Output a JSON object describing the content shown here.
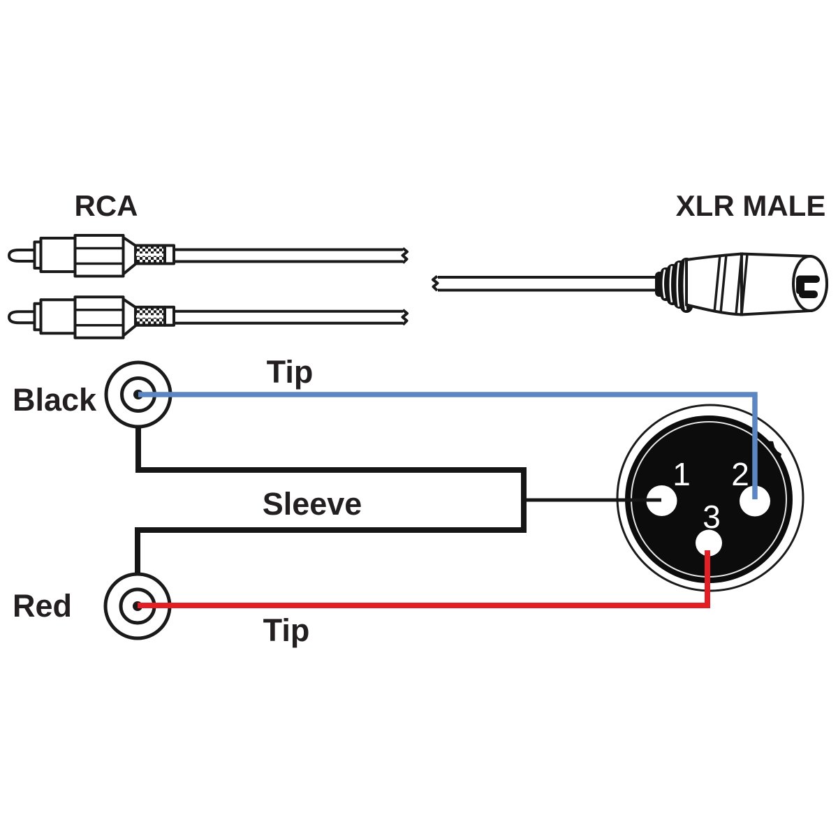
{
  "diagram": {
    "type": "wiring-diagram",
    "subject": "RCA to XLR male cable wiring",
    "left_connector_title": "RCA",
    "right_connector_title": "XLR MALE",
    "wire_labels": {
      "black_jack": "Black",
      "red_jack": "Red",
      "tip_top": "Tip",
      "tip_bottom": "Tip",
      "sleeve": "Sleeve"
    },
    "xlr_pins": [
      {
        "number": "1"
      },
      {
        "number": "2"
      },
      {
        "number": "3"
      }
    ],
    "colors": {
      "ink": "#1a1a1a",
      "text": "#231f20",
      "tip_wire_black_jack": "#5b86c4",
      "tip_wire_red_jack": "#e31e24",
      "sleeve_wire": "#161616",
      "xlr_face": "#0c0c0c",
      "background": "#ffffff"
    }
  }
}
